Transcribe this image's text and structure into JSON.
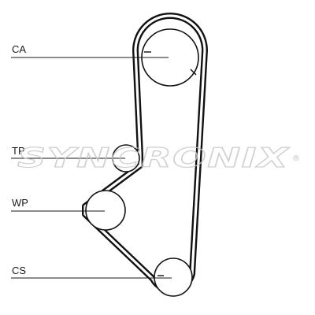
{
  "labels": {
    "ca": "CA",
    "tp": "TP",
    "wp": "WP",
    "cs": "CS"
  },
  "watermark": {
    "text": "SYNCRONIX",
    "registered": "®"
  },
  "colors": {
    "belt": "#111111",
    "line": "#1a1a1a",
    "watermark": "#c8c8c8"
  }
}
